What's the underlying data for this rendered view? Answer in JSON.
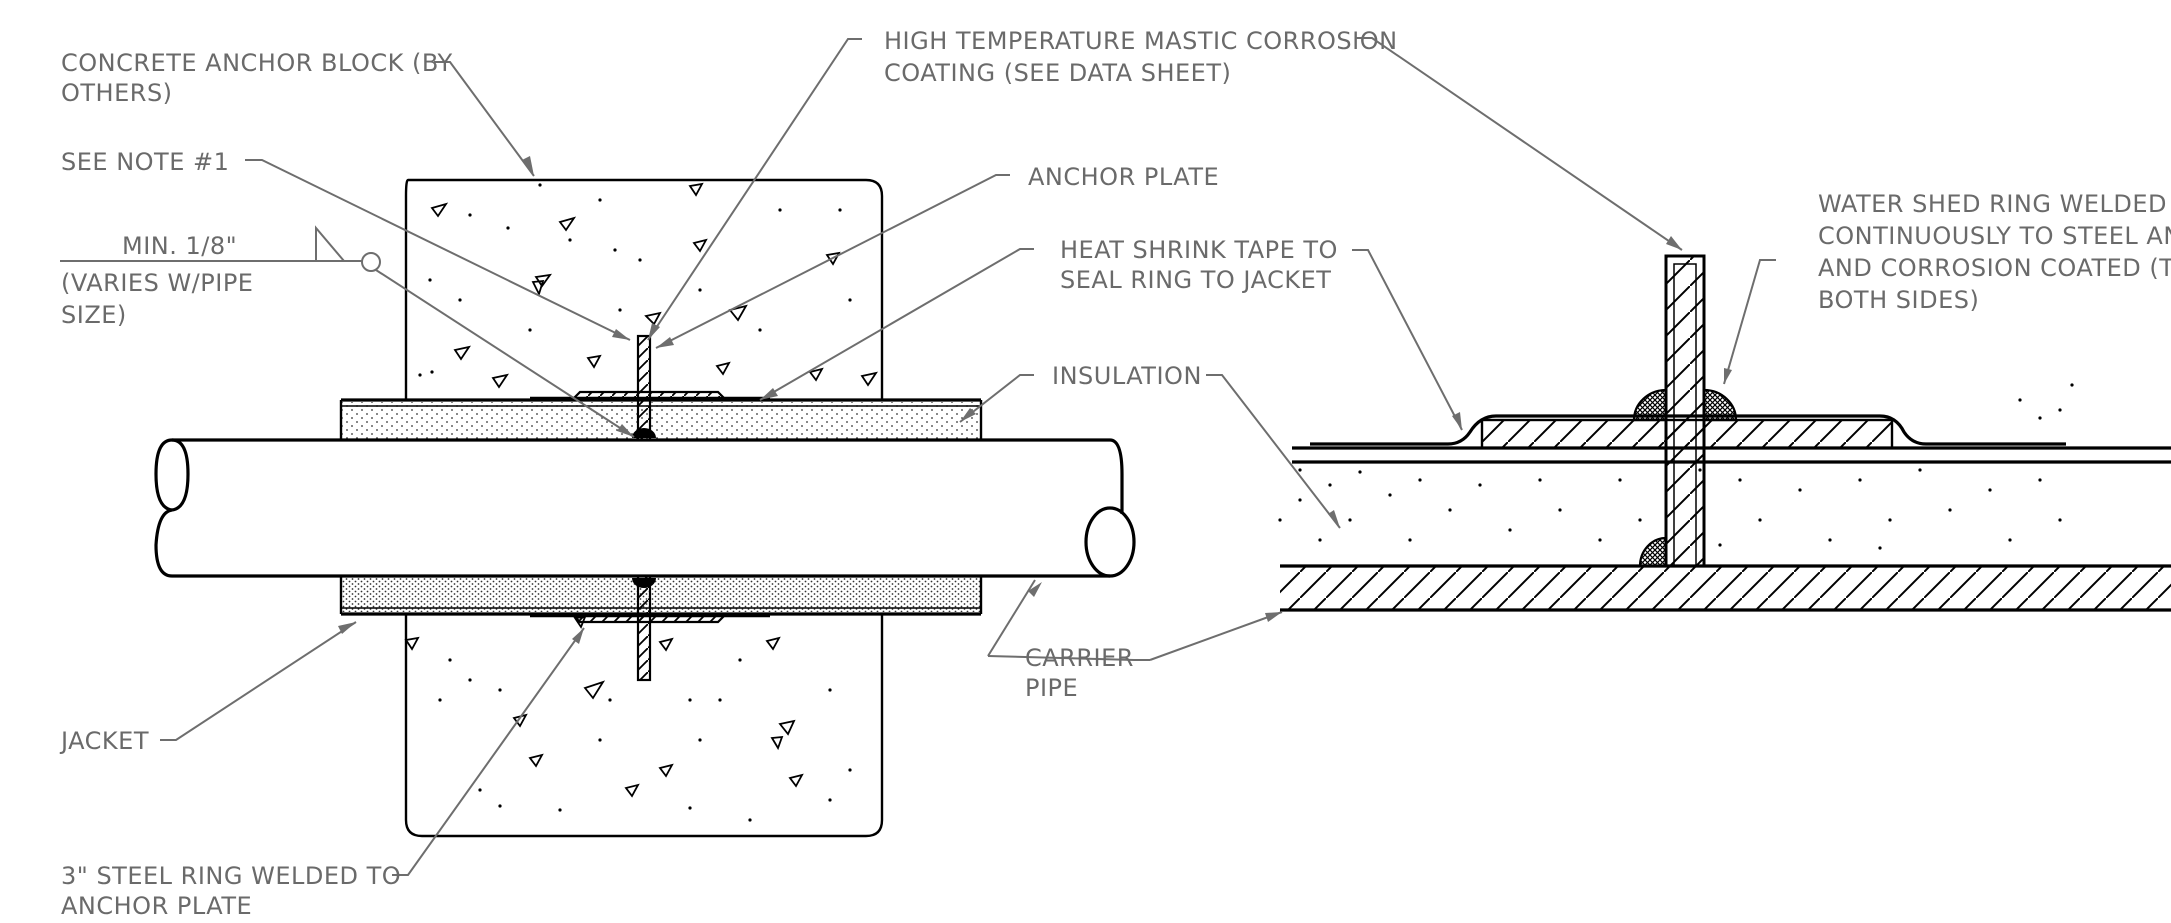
{
  "labels": {
    "concrete_1": "CONCRETE ANCHOR BLOCK (BY",
    "concrete_2": "OTHERS)",
    "see_note": "SEE NOTE #1",
    "min_weld": "MIN. 1/8\"",
    "varies_1": "(VARIES W/PIPE",
    "varies_2": "SIZE)",
    "jacket": "JACKET",
    "steel_ring_1": "3\" STEEL RING WELDED TO",
    "steel_ring_2": "ANCHOR PLATE",
    "mastic_1": "HIGH TEMPERATURE MASTIC CORROSION",
    "mastic_2": "COATING (SEE DATA SHEET)",
    "anchor_plate": "ANCHOR PLATE",
    "heat_shrink_1": "HEAT  SHRINK TAPE TO",
    "heat_shrink_2": "SEAL RING TO JACKET",
    "insulation": "INSULATION",
    "carrier_1": "CARRIER",
    "carrier_2": "PIPE",
    "water_shed_1": "WATER SHED RING WELDED",
    "water_shed_2": "CONTINUOUSLY TO STEEL ANCHOR",
    "water_shed_3": "AND CORROSION COATED (TYP.",
    "water_shed_4": "BOTH SIDES)"
  }
}
